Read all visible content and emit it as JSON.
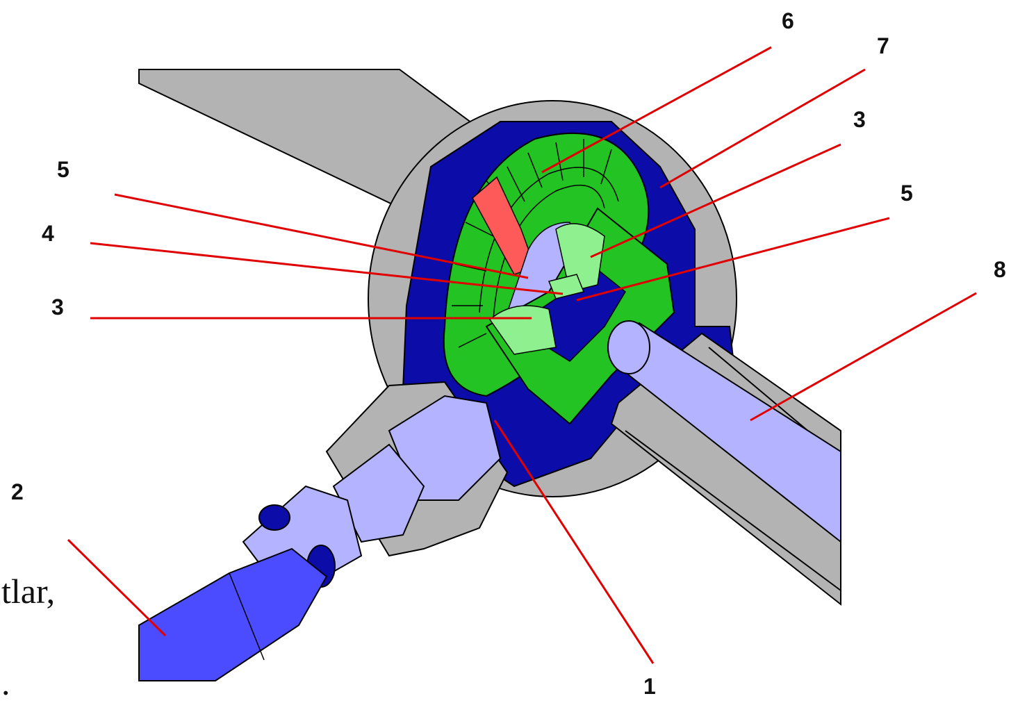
{
  "labels": {
    "l1": "1",
    "l2": "2",
    "l3a": "3",
    "l3b": "3",
    "l4": "4",
    "l5a": "5",
    "l5b": "5",
    "l6": "6",
    "l7": "7",
    "l8": "8"
  },
  "text": {
    "partial_word": "tlar,",
    "partial_punct": "."
  },
  "colors": {
    "housing": "#b3b3b3",
    "housing_dark": "#0c0ca8",
    "gear_green": "#22c322",
    "gear_light": "#8ef08e",
    "pinion_red": "#ff5a5a",
    "shaft_lavender": "#b3b3ff",
    "shaft_blue": "#4b4bff",
    "leader": "#e00000"
  }
}
